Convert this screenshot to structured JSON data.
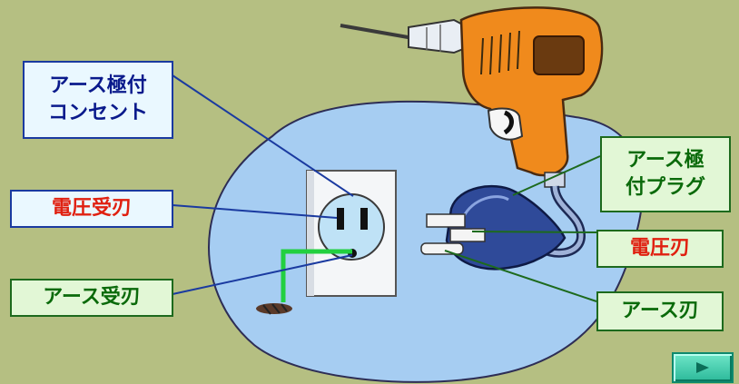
{
  "labels": {
    "earth_outlet": "アース極付\nコンセント",
    "voltage_receptacle_blade": "電圧受刃",
    "earth_receptacle_blade": "アース受刃",
    "earth_plug": "アース極\n付プラグ",
    "voltage_blade": "電圧刃",
    "earth_blade": "アース刃"
  },
  "colors": {
    "background": "#b5bf82",
    "ellipse": "#a6cdf2",
    "blue_label_border": "#1a3aa0",
    "green_label_border": "#1d6a1d",
    "red_text": "#e02010",
    "earth_wire": "#22d040",
    "drill_body": "#f08a1c"
  },
  "navigation": {
    "next_icon": "play-triangle-icon"
  }
}
